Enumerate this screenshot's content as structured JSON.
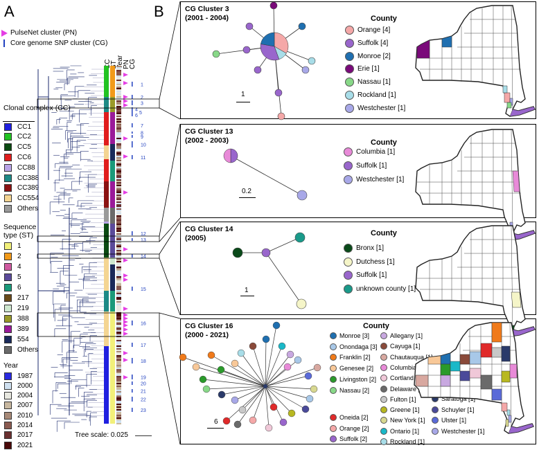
{
  "panel_a_label": "A",
  "panel_b_label": "B",
  "top_legend": {
    "pn": "PulseNet cluster (PN)",
    "cg": "Core genome SNP cluster (CG)",
    "pn_color": "#e43ee4",
    "cg_color": "#1f3fbf"
  },
  "column_headers": [
    "CC",
    "ST",
    "Year",
    "PN",
    "CG"
  ],
  "cc_legend": {
    "title": "Clonal complex (CC)",
    "items": [
      {
        "label": "CC1",
        "color": "#2020e0"
      },
      {
        "label": "CC2",
        "color": "#22c322"
      },
      {
        "label": "CC5",
        "color": "#0b4a12"
      },
      {
        "label": "CC6",
        "color": "#e01d1d"
      },
      {
        "label": "CC88",
        "color": "#b9a4e8"
      },
      {
        "label": "CC388",
        "color": "#1d8a86"
      },
      {
        "label": "CC389",
        "color": "#8b1212"
      },
      {
        "label": "CC554",
        "color": "#f4d592"
      },
      {
        "label": "Others",
        "color": "#9a9a9a"
      }
    ]
  },
  "st_legend": {
    "title": "Sequence type (ST)",
    "items": [
      {
        "label": "1",
        "color": "#f2f07a"
      },
      {
        "label": "2",
        "color": "#f29a1a"
      },
      {
        "label": "4",
        "color": "#cf5aa0"
      },
      {
        "label": "5",
        "color": "#5a4a9a"
      },
      {
        "label": "6",
        "color": "#1a9a7a"
      },
      {
        "label": "217",
        "color": "#6a4a1a"
      },
      {
        "label": "219",
        "color": "#cfe8cf"
      },
      {
        "label": "388",
        "color": "#9a9a2a"
      },
      {
        "label": "389",
        "color": "#9a1a9a"
      },
      {
        "label": "554",
        "color": "#1a2a5a"
      },
      {
        "label": "Others",
        "color": "#6a6a6a"
      }
    ]
  },
  "year_legend": {
    "title": "Year",
    "items": [
      {
        "label": "1987",
        "color": "#2a2ae0"
      },
      {
        "label": "2000",
        "color": "#cfe0f0"
      },
      {
        "label": "2004",
        "color": "#e8e8e0"
      },
      {
        "label": "2007",
        "color": "#c8b8a0"
      },
      {
        "label": "2010",
        "color": "#a88a78"
      },
      {
        "label": "2014",
        "color": "#8a5a50"
      },
      {
        "label": "2017",
        "color": "#6a3030"
      },
      {
        "label": "2021",
        "color": "#4a0a0a"
      }
    ]
  },
  "cg_numbers": [
    "1",
    "2",
    "3",
    "4",
    "5",
    "6",
    "7",
    "8",
    "9",
    "10",
    "11",
    "12",
    "13",
    "14",
    "15",
    "16",
    "17",
    "18",
    "19",
    "20",
    "21",
    "22",
    "23"
  ],
  "tree_scale": "Tree scale: 0.025",
  "clusters": [
    {
      "title": "CG Cluster 3",
      "years": "(2001 - 2004)",
      "scale": "1",
      "county_title": "County",
      "counties": [
        {
          "label": "Orange [4]",
          "color": "#f5a8a8"
        },
        {
          "label": "Suffolk [4]",
          "color": "#9966cc"
        },
        {
          "label": "Monroe [2]",
          "color": "#1f6fb0"
        },
        {
          "label": "Erie [1]",
          "color": "#7a0a7a"
        },
        {
          "label": "Nassau [1]",
          "color": "#88d888"
        },
        {
          "label": "Rockland [1]",
          "color": "#a8dde8"
        },
        {
          "label": "Westchester [1]",
          "color": "#a8a8e8"
        }
      ]
    },
    {
      "title": "CG Cluster 13",
      "years": "(2002 - 2003)",
      "scale": "0.2",
      "county_title": "County",
      "counties": [
        {
          "label": "Columbia [1]",
          "color": "#e88ad8"
        },
        {
          "label": "Suffolk [1]",
          "color": "#9966cc"
        },
        {
          "label": "Westchester [1]",
          "color": "#a8a8e8"
        }
      ]
    },
    {
      "title": "CG Cluster 14",
      "years": "(2005)",
      "scale": "1",
      "county_title": "County",
      "counties": [
        {
          "label": "Bronx [1]",
          "color": "#0a4a1a"
        },
        {
          "label": "Dutchess [1]",
          "color": "#f5f5c8"
        },
        {
          "label": "Suffolk [1]",
          "color": "#9966cc"
        },
        {
          "label": "unknown county [1]",
          "color": "#1a9a8a"
        }
      ]
    },
    {
      "title": "CG Cluster 16",
      "years": "(2000 - 2021)",
      "scale": "6",
      "county_title": "County",
      "counties_left": [
        {
          "label": "Monroe [3]",
          "color": "#1f6fb0"
        },
        {
          "label": "Onondaga [3]",
          "color": "#a8c8e8"
        },
        {
          "label": "Franklin [2]",
          "color": "#f07a1a"
        },
        {
          "label": "Genesee [2]",
          "color": "#f8c898"
        },
        {
          "label": "Livingston [2]",
          "color": "#2a9a2a"
        },
        {
          "label": "Nassau [2]",
          "color": "#88d888"
        }
      ],
      "counties_left2": [
        {
          "label": "Oneida [2]",
          "color": "#e02a2a"
        },
        {
          "label": "Orange [2]",
          "color": "#f5a8a8"
        },
        {
          "label": "Suffolk [2]",
          "color": "#9966cc"
        }
      ],
      "counties_mid": [
        {
          "label": "Allegany [1]",
          "color": "#c8a8e0"
        },
        {
          "label": "Cayuga [1]",
          "color": "#8a4a3a"
        },
        {
          "label": "Chautauqua [1]",
          "color": "#d8a8a0"
        },
        {
          "label": "Columbia [1]",
          "color": "#e88ad8"
        },
        {
          "label": "Cortland [1]",
          "color": "#f0c8d8"
        },
        {
          "label": "Delaware [1]",
          "color": "#6a6a6a"
        },
        {
          "label": "Fulton [1]",
          "color": "#c8c8c8"
        },
        {
          "label": "Greene [1]",
          "color": "#b8b820"
        },
        {
          "label": "New York [1]",
          "color": "#d8d890"
        },
        {
          "label": "Ontario [1]",
          "color": "#1ab8c8"
        },
        {
          "label": "Rockland [1]",
          "color": "#a8dde8"
        }
      ],
      "counties_right": [
        {
          "label": "Saratoga [1]",
          "color": "#2a3a6a"
        },
        {
          "label": "Schuyler [1]",
          "color": "#4a4a9a"
        },
        {
          "label": "Ulster [1]",
          "color": "#5a6ad8"
        },
        {
          "label": "Westchester [1]",
          "color": "#a8a8e8"
        }
      ]
    }
  ]
}
